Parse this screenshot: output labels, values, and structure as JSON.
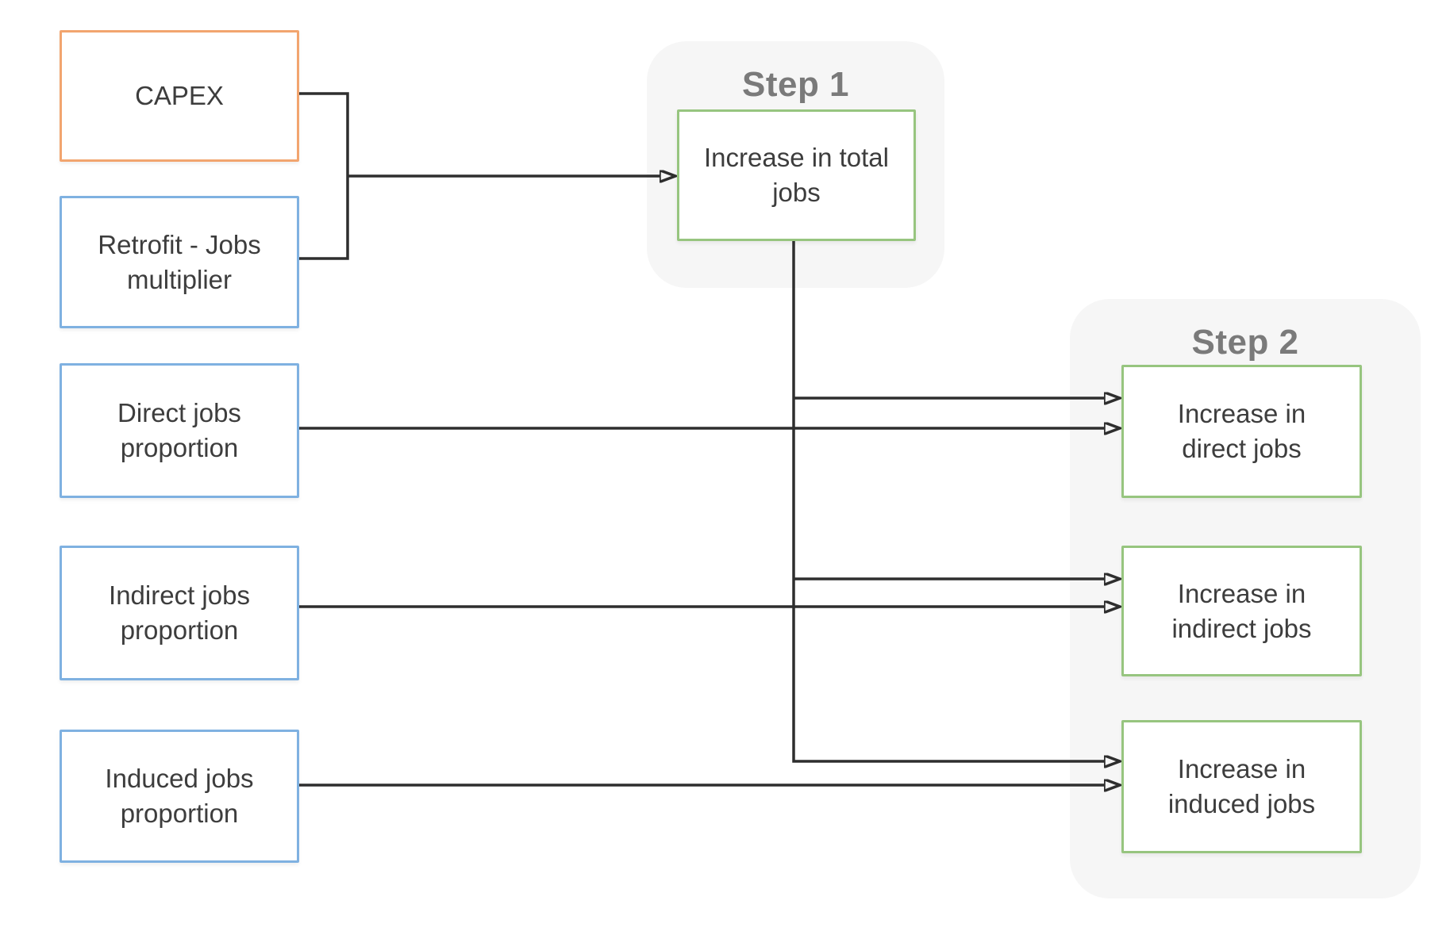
{
  "diagram": {
    "inputs": {
      "capex": {
        "label": "CAPEX",
        "border_color": "#F2A56F"
      },
      "retrofit": {
        "label": "Retrofit - Jobs multiplier",
        "border_color": "#7FB1E1"
      },
      "direct_prop": {
        "label": "Direct jobs proportion",
        "border_color": "#7FB1E1"
      },
      "indirect_prop": {
        "label": "Indirect jobs proportion",
        "border_color": "#7FB1E1"
      },
      "induced_prop": {
        "label": "Induced jobs proportion",
        "border_color": "#7FB1E1"
      }
    },
    "step1": {
      "title": "Step 1",
      "total_jobs": {
        "label": "Increase in total jobs",
        "border_color": "#97C57F"
      }
    },
    "step2": {
      "title": "Step 2",
      "direct_out": {
        "label": "Increase in direct jobs",
        "border_color": "#97C57F"
      },
      "indirect_out": {
        "label": "Increase in indirect jobs",
        "border_color": "#97C57F"
      },
      "induced_out": {
        "label": "Increase in induced jobs",
        "border_color": "#97C57F"
      }
    },
    "colors": {
      "orange_border": "#F2A56F",
      "blue_border": "#7FB1E1",
      "green_border": "#97C57F",
      "group_background": "#F6F6F6",
      "group_title_text": "#7A7A7A",
      "node_text": "#3D3D3D",
      "connector": "#2E2E2E",
      "canvas_background": "#FFFFFF"
    }
  }
}
